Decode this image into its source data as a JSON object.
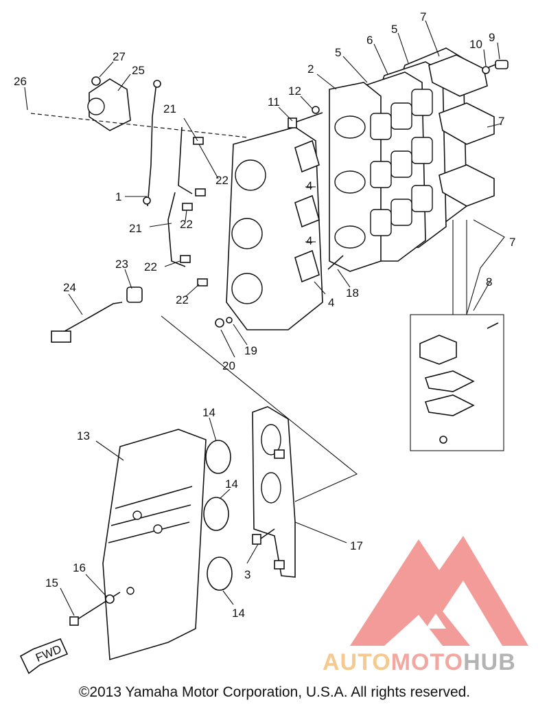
{
  "diagram": {
    "callouts": [
      {
        "id": "c1",
        "text": "1"
      },
      {
        "id": "c2",
        "text": "2"
      },
      {
        "id": "c3",
        "text": "3"
      },
      {
        "id": "c4a",
        "text": "4"
      },
      {
        "id": "c4b",
        "text": "4"
      },
      {
        "id": "c4c",
        "text": "4"
      },
      {
        "id": "c5a",
        "text": "5"
      },
      {
        "id": "c5b",
        "text": "5"
      },
      {
        "id": "c6",
        "text": "6"
      },
      {
        "id": "c7a",
        "text": "7"
      },
      {
        "id": "c7b",
        "text": "7"
      },
      {
        "id": "c7c",
        "text": "7"
      },
      {
        "id": "c8",
        "text": "8"
      },
      {
        "id": "c9",
        "text": "9"
      },
      {
        "id": "c10",
        "text": "10"
      },
      {
        "id": "c11",
        "text": "11"
      },
      {
        "id": "c12",
        "text": "12"
      },
      {
        "id": "c13",
        "text": "13"
      },
      {
        "id": "c14a",
        "text": "14"
      },
      {
        "id": "c14b",
        "text": "14"
      },
      {
        "id": "c14c",
        "text": "14"
      },
      {
        "id": "c15",
        "text": "15"
      },
      {
        "id": "c16",
        "text": "16"
      },
      {
        "id": "c17",
        "text": "17"
      },
      {
        "id": "c18",
        "text": "18"
      },
      {
        "id": "c19",
        "text": "19"
      },
      {
        "id": "c20",
        "text": "20"
      },
      {
        "id": "c21a",
        "text": "21"
      },
      {
        "id": "c21b",
        "text": "21"
      },
      {
        "id": "c22a",
        "text": "22"
      },
      {
        "id": "c22b",
        "text": "22"
      },
      {
        "id": "c22c",
        "text": "22"
      },
      {
        "id": "c22d",
        "text": "22"
      },
      {
        "id": "c23",
        "text": "23"
      },
      {
        "id": "c24",
        "text": "24"
      },
      {
        "id": "c25",
        "text": "25"
      },
      {
        "id": "c26",
        "text": "26"
      },
      {
        "id": "c27",
        "text": "27"
      }
    ],
    "fwd_label": "FWD"
  },
  "watermark": {
    "part1": "AUTO",
    "part2": "MOTO",
    "part3": "HUB",
    "colors": {
      "auto": "#f6c98e",
      "moto": "#f3a7a1",
      "hub": "#b3b3b3",
      "logo": "#f08a86"
    }
  },
  "copyright": "©2013 Yamaha Motor Corporation, U.S.A. All rights reserved."
}
